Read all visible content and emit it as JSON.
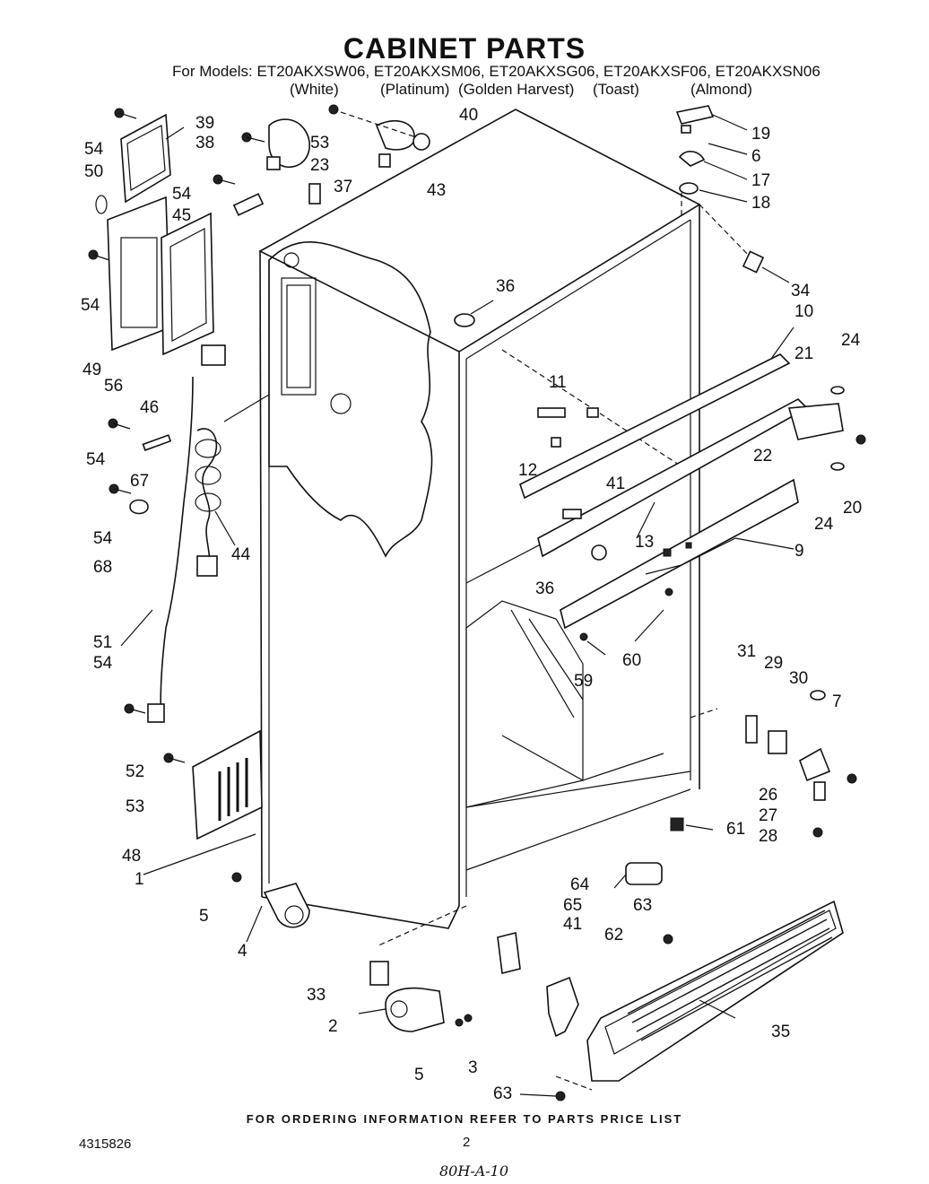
{
  "header": {
    "title": "CABINET PARTS",
    "models_line": "For Models:  ET20AKXSW06, ET20AKXSM06, ET20AKXSG06, ET20AKXSF06, ET20AKXSN06",
    "colors": [
      "(White)",
      "(Platinum)",
      "(Golden Harvest)",
      "(Toast)",
      "(Almond)"
    ]
  },
  "labels": [
    {
      "id": "54a",
      "text": "54"
    },
    {
      "id": "39",
      "text": "39"
    },
    {
      "id": "38",
      "text": "38"
    },
    {
      "id": "50",
      "text": "50"
    },
    {
      "id": "53a",
      "text": "53"
    },
    {
      "id": "40",
      "text": "40"
    },
    {
      "id": "23",
      "text": "23"
    },
    {
      "id": "37",
      "text": "37"
    },
    {
      "id": "43",
      "text": "43"
    },
    {
      "id": "19",
      "text": "19"
    },
    {
      "id": "6",
      "text": "6"
    },
    {
      "id": "17",
      "text": "17"
    },
    {
      "id": "18",
      "text": "18"
    },
    {
      "id": "54b",
      "text": "54"
    },
    {
      "id": "45",
      "text": "45"
    },
    {
      "id": "54c",
      "text": "54"
    },
    {
      "id": "34",
      "text": "34"
    },
    {
      "id": "36a",
      "text": "36"
    },
    {
      "id": "10",
      "text": "10"
    },
    {
      "id": "24a",
      "text": "24"
    },
    {
      "id": "21",
      "text": "21"
    },
    {
      "id": "49",
      "text": "49"
    },
    {
      "id": "56",
      "text": "56"
    },
    {
      "id": "46",
      "text": "46"
    },
    {
      "id": "11",
      "text": "11"
    },
    {
      "id": "22",
      "text": "22"
    },
    {
      "id": "54d",
      "text": "54"
    },
    {
      "id": "67",
      "text": "67"
    },
    {
      "id": "12",
      "text": "12"
    },
    {
      "id": "41a",
      "text": "41"
    },
    {
      "id": "20",
      "text": "20"
    },
    {
      "id": "24b",
      "text": "24"
    },
    {
      "id": "54e",
      "text": "54"
    },
    {
      "id": "68",
      "text": "68"
    },
    {
      "id": "44",
      "text": "44"
    },
    {
      "id": "13",
      "text": "13"
    },
    {
      "id": "9",
      "text": "9"
    },
    {
      "id": "36b",
      "text": "36"
    },
    {
      "id": "60",
      "text": "60"
    },
    {
      "id": "59",
      "text": "59"
    },
    {
      "id": "51",
      "text": "51"
    },
    {
      "id": "54f",
      "text": "54"
    },
    {
      "id": "31",
      "text": "31"
    },
    {
      "id": "29",
      "text": "29"
    },
    {
      "id": "30",
      "text": "30"
    },
    {
      "id": "7",
      "text": "7"
    },
    {
      "id": "52",
      "text": "52"
    },
    {
      "id": "53b",
      "text": "53"
    },
    {
      "id": "26",
      "text": "26"
    },
    {
      "id": "27",
      "text": "27"
    },
    {
      "id": "28",
      "text": "28"
    },
    {
      "id": "61",
      "text": "61"
    },
    {
      "id": "48",
      "text": "48"
    },
    {
      "id": "1",
      "text": "1"
    },
    {
      "id": "64",
      "text": "64"
    },
    {
      "id": "65",
      "text": "65"
    },
    {
      "id": "63a",
      "text": "63"
    },
    {
      "id": "41b",
      "text": "41"
    },
    {
      "id": "62",
      "text": "62"
    },
    {
      "id": "5a",
      "text": "5"
    },
    {
      "id": "4",
      "text": "4"
    },
    {
      "id": "33",
      "text": "33"
    },
    {
      "id": "2",
      "text": "2"
    },
    {
      "id": "35",
      "text": "35"
    },
    {
      "id": "5b",
      "text": "5"
    },
    {
      "id": "3",
      "text": "3"
    },
    {
      "id": "63b",
      "text": "63"
    }
  ],
  "footer": {
    "ordering_note": "FOR ORDERING INFORMATION REFER TO PARTS PRICE LIST",
    "doc_number": "4315826",
    "page_number": "2",
    "handwritten_note": "80H-A-10"
  }
}
